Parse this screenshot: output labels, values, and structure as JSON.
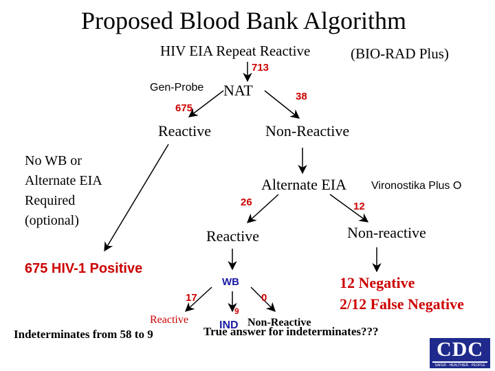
{
  "title": "Proposed Blood Bank Algorithm",
  "root": {
    "label": "HIV EIA  Repeat Reactive",
    "assay": "(BIO-RAD Plus)",
    "count": "713"
  },
  "nat": {
    "label": "NAT",
    "method": "Gen-Probe",
    "left_count": "675",
    "right_count": "38"
  },
  "reactive_1": "Reactive",
  "non_reactive_1": "Non-Reactive",
  "note": {
    "line1": "No WB or",
    "line2": "Alternate  EIA",
    "line3": "Required",
    "line4": "(optional)"
  },
  "alt_eia": {
    "label": "Alternate EIA",
    "assay": "Vironostika Plus O",
    "left_count": "26",
    "right_count": "12"
  },
  "reactive_2": "Reactive",
  "non_reactive_2": "Non-reactive",
  "positive": "675 HIV-1 Positive",
  "wb": {
    "label": "WB",
    "left_count": "17",
    "mid_count": "9",
    "right_count": "0"
  },
  "reactive_3": "Reactive",
  "ind": "IND",
  "non_reactive_3": "Non-Reactive",
  "negative": {
    "line1": "12 Negative",
    "line2": "2/12 False Negative"
  },
  "indeterminates": "Indeterminates from  58 to 9",
  "question": "True answer for indeterminates???",
  "logo": {
    "text": "CDC",
    "tagline": "SAFER · HEALTHIER · PEOPLE"
  },
  "colors": {
    "count_red": "#cc0000",
    "label_blue": "#1a1aa6",
    "logo_blue": "#1f2a8c"
  }
}
